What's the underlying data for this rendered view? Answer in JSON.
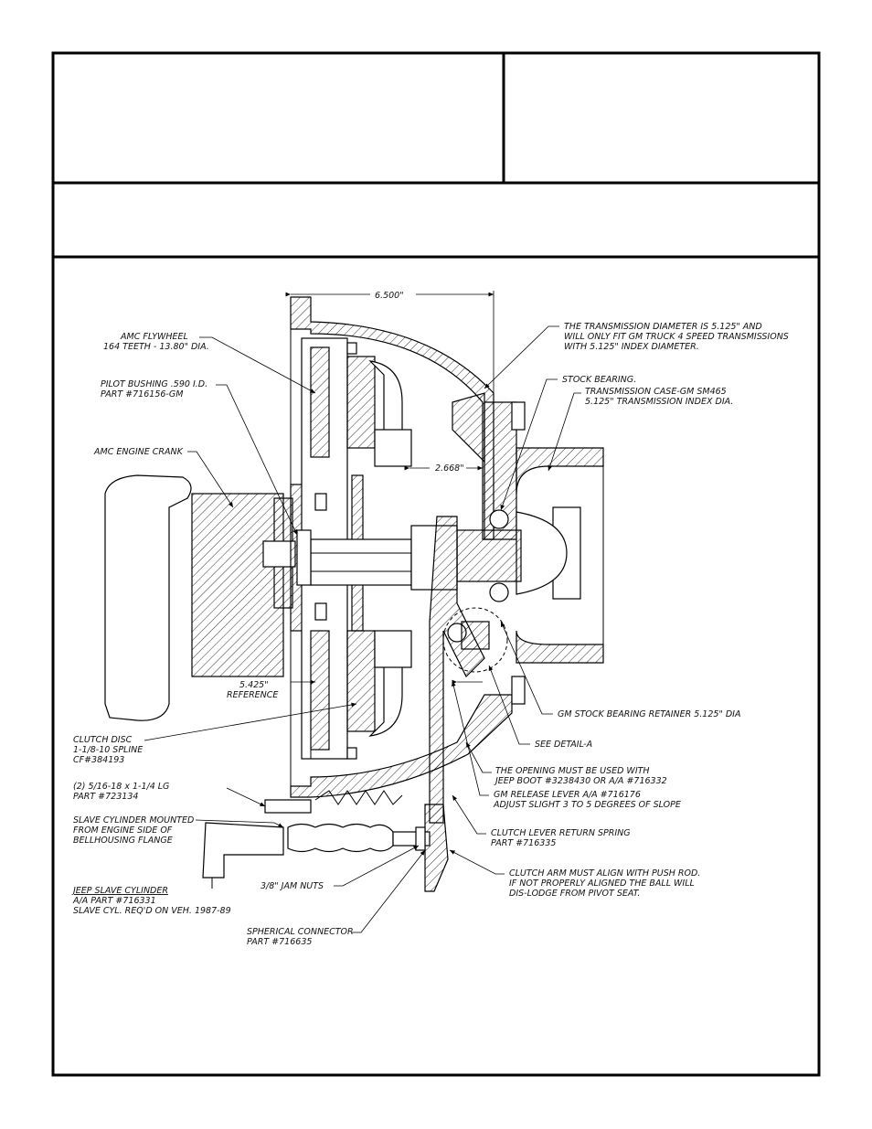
{
  "title_block": {
    "title_cell": "",
    "info_cell": "",
    "subtitle_cell": ""
  },
  "dimensions": {
    "overall": "6.500\"",
    "pilot_to_bearing": "2.668\"",
    "reference": "5.425\"",
    "reference_word": "REFERENCE"
  },
  "labels": {
    "flywheel": [
      "AMC FLYWHEEL",
      "164 TEETH - 13.80\" DIA."
    ],
    "pilot_bushing": [
      "PILOT BUSHING .590 I.D.",
      "PART #716156-GM"
    ],
    "engine_crank": [
      "AMC ENGINE CRANK"
    ],
    "clutch_disc": [
      "CLUTCH DISC",
      "1-1/8-10 SPLINE",
      "CF#384193"
    ],
    "bolts": [
      "(2) 5/16-18 x 1-1/4 LG",
      "PART #723134"
    ],
    "slave_mount": [
      "SLAVE CYLINDER MOUNTED",
      "FROM ENGINE SIDE OF",
      "BELLHOUSING FLANGE"
    ],
    "jeep_slave": [
      "JEEP SLAVE CYLINDER",
      "A/A PART #716331",
      "SLAVE CYL. REQ'D ON VEH. 1987-89"
    ],
    "jam_nuts": [
      "3/8\" JAM NUTS"
    ],
    "spherical": [
      "SPHERICAL CONNECTOR",
      "PART #716635"
    ],
    "trans_diameter": [
      "THE TRANSMISSION DIAMETER IS 5.125\" AND",
      "WILL ONLY FIT GM TRUCK 4 SPEED TRANSMISSIONS",
      "WITH 5.125\" INDEX DIAMETER."
    ],
    "stock_bearing": [
      "STOCK BEARING."
    ],
    "trans_case": [
      "TRANSMISSION CASE-GM SM465",
      "5.125\" TRANSMISSION INDEX DIA."
    ],
    "bearing_retainer": [
      "GM STOCK BEARING RETAINER 5.125\" DIA"
    ],
    "see_detail": [
      "SEE DETAIL-A"
    ],
    "opening": [
      "THE OPENING MUST BE USED WITH",
      "JEEP BOOT #3238430 OR A/A #716332"
    ],
    "release_lever": [
      "GM RELEASE LEVER A/A #716176",
      "ADJUST SLIGHT 3 TO 5 DEGREES OF SLOPE"
    ],
    "return_spring": [
      "CLUTCH LEVER RETURN SPRING",
      "PART #716335"
    ],
    "clutch_arm": [
      "CLUTCH ARM MUST ALIGN WITH PUSH ROD.",
      "IF NOT PROPERLY ALIGNED THE BALL WILL",
      "DIS-LODGE FROM PIVOT SEAT."
    ]
  }
}
